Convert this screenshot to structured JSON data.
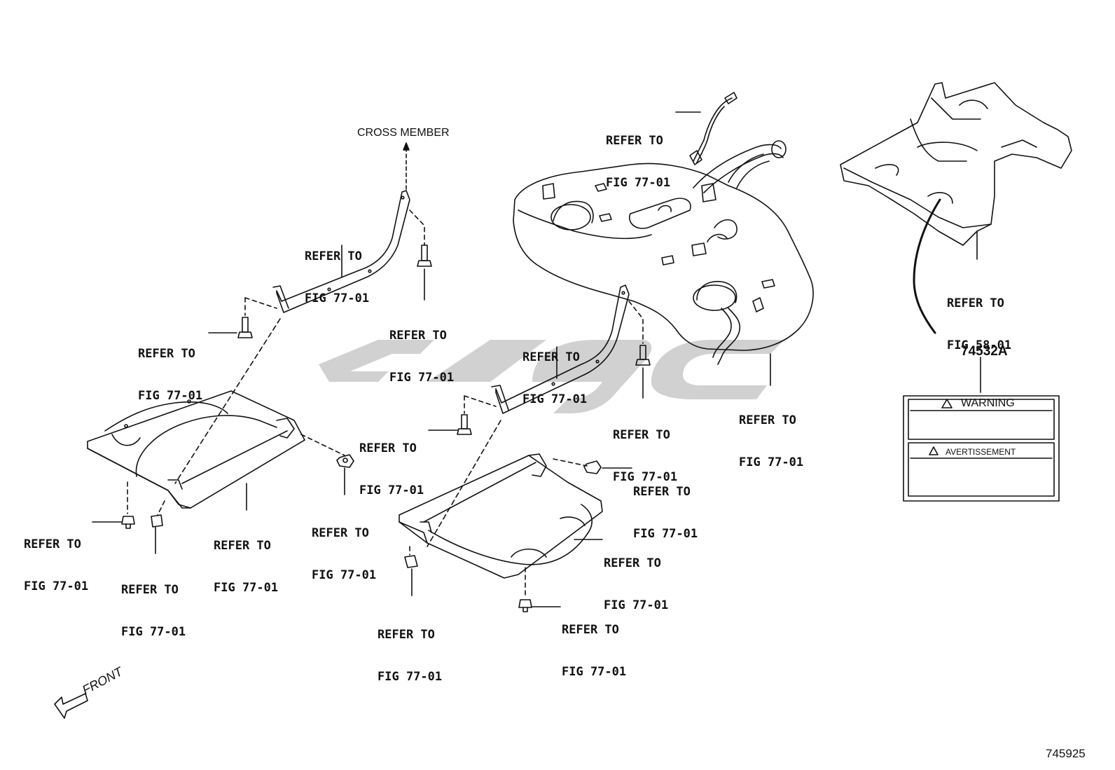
{
  "callouts": [
    {
      "id": "c1",
      "line1": "REFER TO",
      "line2": "FIG 77-01"
    },
    {
      "id": "c2",
      "line1": "REFER TO",
      "line2": "FIG 77-01"
    },
    {
      "id": "c3",
      "line1": "REFER TO",
      "line2": "FIG 77-01"
    },
    {
      "id": "c4",
      "line1": "REFER TO",
      "line2": "FIG 77-01"
    },
    {
      "id": "c5",
      "line1": "REFER TO",
      "line2": "FIG 77-01"
    },
    {
      "id": "c6",
      "line1": "REFER TO",
      "line2": "FIG 77-01"
    },
    {
      "id": "c7",
      "line1": "REFER TO",
      "line2": "FIG 77-01"
    },
    {
      "id": "c8",
      "line1": "REFER TO",
      "line2": "FIG 77-01"
    },
    {
      "id": "c9",
      "line1": "REFER TO",
      "line2": "FIG 77-01"
    },
    {
      "id": "c10",
      "line1": "REFER TO",
      "line2": "FIG 77-01"
    },
    {
      "id": "c11",
      "line1": "REFER TO",
      "line2": "FIG 77-01"
    },
    {
      "id": "c12",
      "line1": "REFER TO",
      "line2": "FIG 77-01"
    },
    {
      "id": "c13",
      "line1": "REFER TO",
      "line2": "FIG 77-01"
    },
    {
      "id": "c14",
      "line1": "REFER TO",
      "line2": "FIG 77-01"
    },
    {
      "id": "c15",
      "line1": "REFER TO",
      "line2": "FIG 77-01"
    },
    {
      "id": "c16",
      "line1": "REFER TO",
      "line2": "FIG 77-01"
    },
    {
      "id": "c17",
      "line1": "REFER TO",
      "line2": "FIG 58-01"
    }
  ],
  "cross_member": "CROSS MEMBER",
  "part_number": "74532A",
  "warning_label": {
    "warning": "WARNING",
    "avertissement": "AVERTISSEMENT"
  },
  "front": "FRONT",
  "figure_number": "745925",
  "colors": {
    "line": "#111111",
    "watermark": "#c9c9c9"
  }
}
